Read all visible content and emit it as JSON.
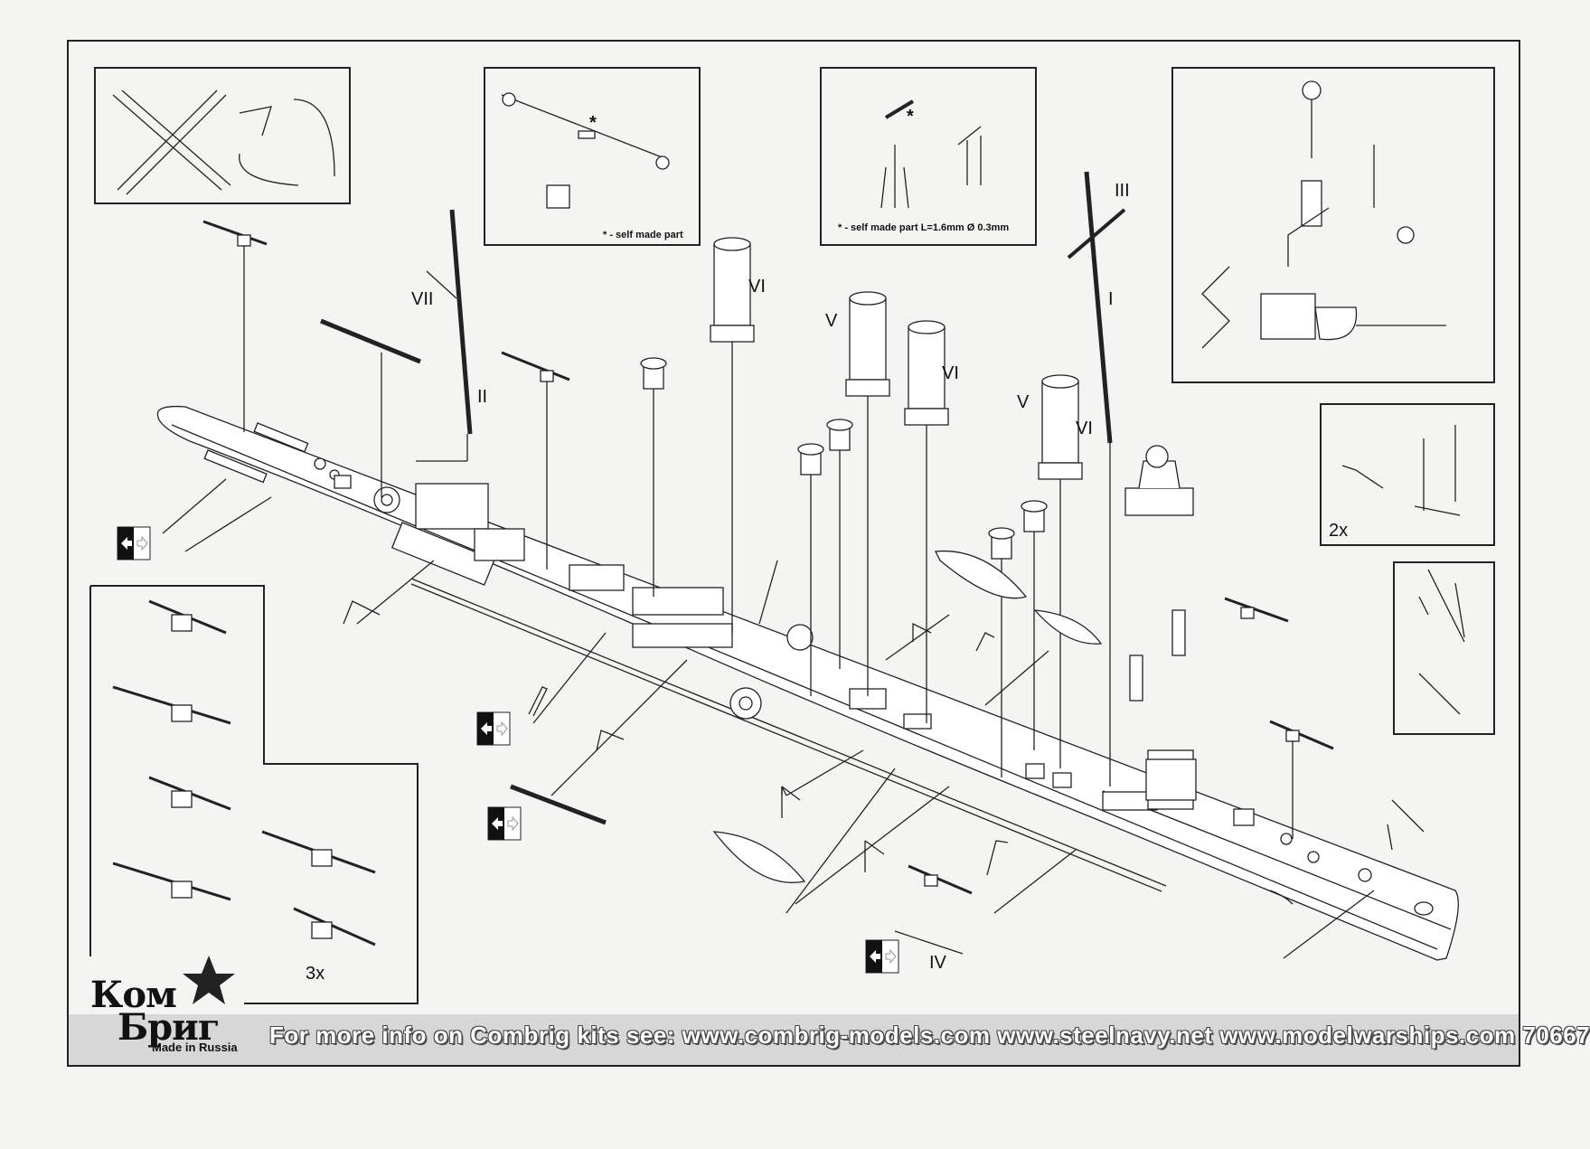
{
  "labels": {
    "roman_VII": "VII",
    "roman_II": "II",
    "roman_VI_a": "VI",
    "roman_V_a": "V",
    "roman_VI_b": "VI",
    "roman_V_b": "V",
    "roman_VI_c": "VI",
    "roman_III": "III",
    "roman_I": "I",
    "roman_IV": "IV",
    "count_3x": "3x",
    "count_2x": "2x"
  },
  "notes": {
    "self_made_part": "* - self made part",
    "self_made_part_dims": "* - self made part L=1.6mm  Ø 0.3mm",
    "asterisk": "*"
  },
  "logo": {
    "line1": "Ком",
    "line2": "Бриг",
    "made_in": "Made in Russia"
  },
  "footer": {
    "text": "For more info on Combrig kits see: www.combrig-models.com www.steelnavy.net  www.modelwarships.com  70667"
  },
  "colors": {
    "line": "#222222",
    "background": "#f4f4f2",
    "footer_band": "#d7d7d7"
  }
}
